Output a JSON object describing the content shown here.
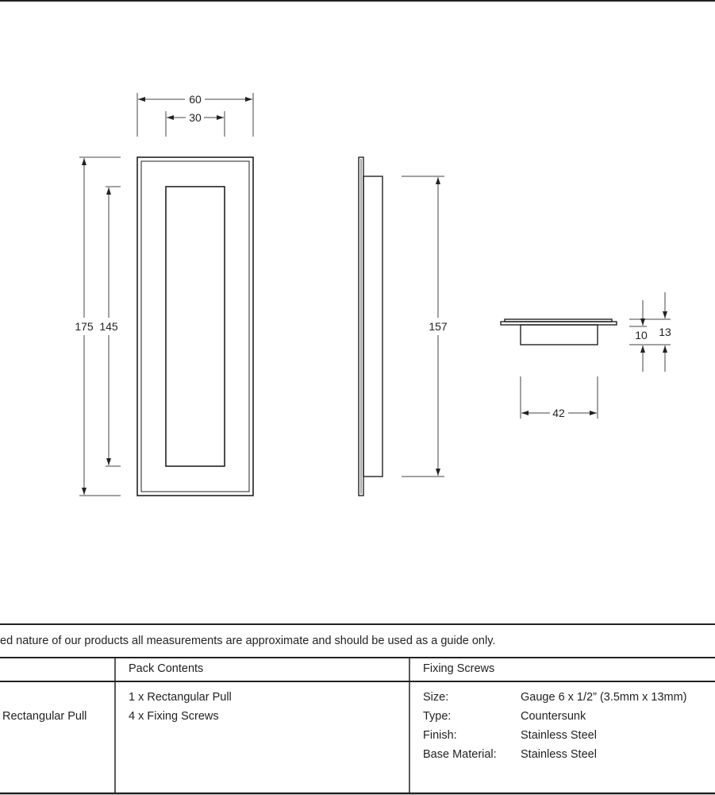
{
  "drawing": {
    "front_view": {
      "width": "60",
      "inner_width": "30",
      "height": "175",
      "inner_height": "145"
    },
    "side_view": {
      "height": "157"
    },
    "end_view": {
      "length": "42",
      "recess_depth": "10",
      "overall_depth": "13"
    }
  },
  "disclaimer": "ed nature of our products all measurements are approximate and should be used as a guide only.",
  "table": {
    "headers": {
      "pack_contents": "Pack Contents",
      "fixing_screws": "Fixing Screws"
    },
    "product": "Rectangular Pull",
    "pack_contents": [
      "1 x Rectangular Pull",
      "4 x Fixing Screws"
    ],
    "screws": [
      {
        "label": "Size:",
        "value": "Gauge 6 x 1/2” (3.5mm x 13mm)"
      },
      {
        "label": "Type:",
        "value": "Countersunk"
      },
      {
        "label": "Finish:",
        "value": "Stainless Steel"
      },
      {
        "label": "Base Material:",
        "value": "Stainless Steel"
      }
    ]
  }
}
